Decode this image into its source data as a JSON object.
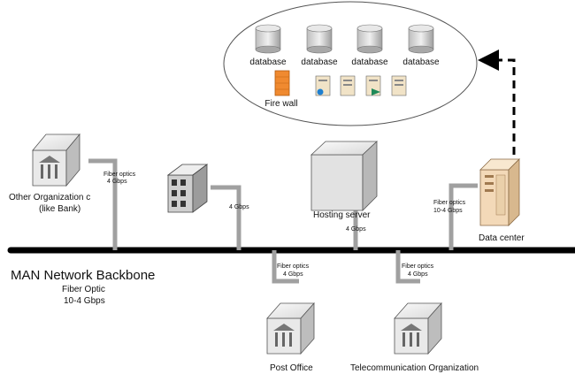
{
  "backbone": {
    "title": "MAN Network Backbone",
    "medium": "Fiber Optic",
    "speed": "10-4 Gbps"
  },
  "datacenter_cluster": {
    "databases": [
      "database",
      "database",
      "database",
      "database"
    ],
    "firewall_label": "Fire wall"
  },
  "nodes": {
    "other_org": {
      "label_line1": "Other Organization c",
      "label_line2": "(like Bank)",
      "link_line1": "Fiber optics",
      "link_line2": "4 Gbps"
    },
    "building": {
      "link_label": "4 Gbps"
    },
    "hosting": {
      "label": "Hosting server",
      "link_label": "4 Gbps"
    },
    "datacenter": {
      "label": "Data center",
      "link_line1": "Fiber optics",
      "link_line2": "10-4 Gbps"
    },
    "post_office": {
      "label": "Post Office",
      "link_line1": "Fiber optics",
      "link_line2": "4 Gbps"
    },
    "telecom": {
      "label": "Telecommunication Organization",
      "link_line1": "Fiber optics",
      "link_line2": "4 Gbps"
    }
  },
  "colors": {
    "backbone": "#000000",
    "link": "#a0a0a0",
    "firewall": "#f08a30",
    "datacenter_unit": "#f3d9b8"
  }
}
